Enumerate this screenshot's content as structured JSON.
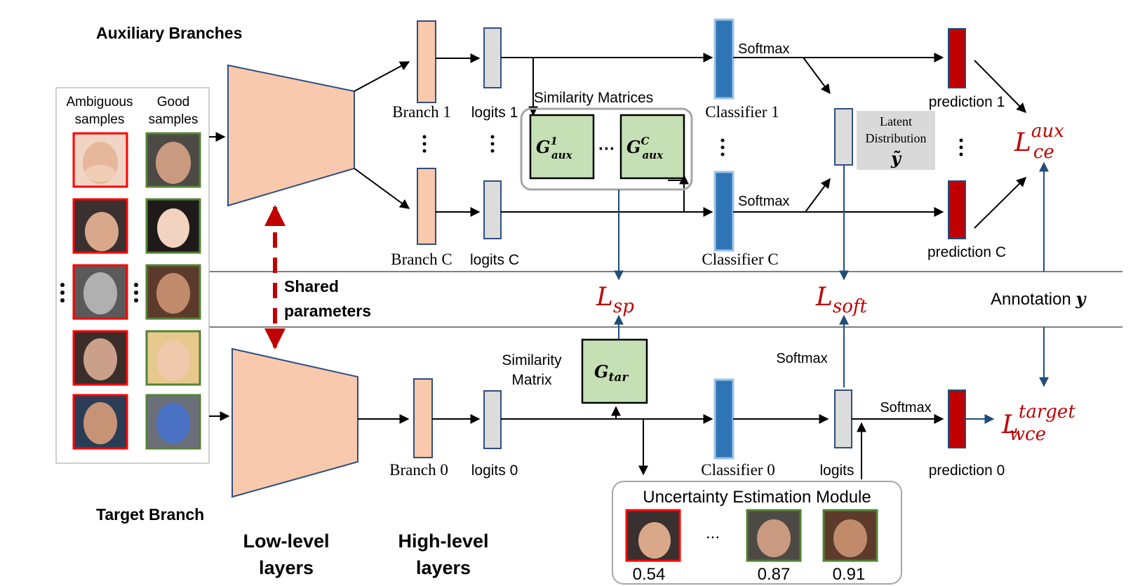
{
  "sections": {
    "auxiliary": "Auxiliary Branches",
    "target": "Target Branch",
    "shared": [
      "Shared",
      "parameters"
    ],
    "low_level": [
      "Low-level",
      "layers"
    ],
    "high_level": [
      "High-level",
      "layers"
    ]
  },
  "samples": {
    "ambiguous_header": [
      "Ambiguous",
      "samples"
    ],
    "good_header": [
      "Good",
      "samples"
    ]
  },
  "aux": {
    "branch1": "Branch 1",
    "logits1": "logits  1",
    "branchC": "Branch C",
    "logitsC": "logits  C",
    "similarity_matrices": "Similarity  Matrices",
    "g_aux_1": {
      "base": "G",
      "sup": "1",
      "sub": "aux"
    },
    "g_aux_c": {
      "base": "G",
      "sup": "C",
      "sub": "aux"
    },
    "ellipsis": "···",
    "classifier1": "Classifier 1",
    "classifierC": "Classifier C",
    "softmax": "Softmax",
    "latent": [
      "Latent",
      "Distribution",
      "ỹ"
    ],
    "prediction1": "prediction 1",
    "predictionC": "prediction  C"
  },
  "losses": {
    "ce_aux": {
      "base": "L",
      "sup": "aux",
      "sub": "ce"
    },
    "sp": {
      "base": "L",
      "sub": "sp"
    },
    "soft": {
      "base": "L",
      "sub": "soft"
    },
    "wce_target": {
      "base": "L",
      "sup": "target",
      "sub": "wce"
    },
    "annotation": "Annotation ",
    "annotation_var": "y"
  },
  "target": {
    "branch0": "Branch 0",
    "logits0": "logits  0",
    "similarity_matrix": [
      "Similarity",
      "Matrix"
    ],
    "g_tar": {
      "base": "G",
      "sub": "tar"
    },
    "classifier0": "Classifier 0",
    "logits": "logits",
    "softmax": "Softmax",
    "prediction0": "prediction 0"
  },
  "uncertainty": {
    "title": "Uncertainty Estimation Module",
    "ellipsis": "...",
    "scores": [
      "0.54",
      "0.87",
      "0.91"
    ]
  },
  "colors": {
    "layer_fill": "#f8c9ac",
    "layer_stroke": "#2f4f7f",
    "logit_fill": "#dcdcdc",
    "classifier": "#2e75b6",
    "classifier_edge": "#9dc3e6",
    "prediction": "#c00000",
    "matrix_fill": "#c5e0b4",
    "loss_red": "#c00000",
    "blue_arrow": "#1f4e79",
    "ambiguous_border": "#ff0000",
    "good_border": "#548235"
  }
}
